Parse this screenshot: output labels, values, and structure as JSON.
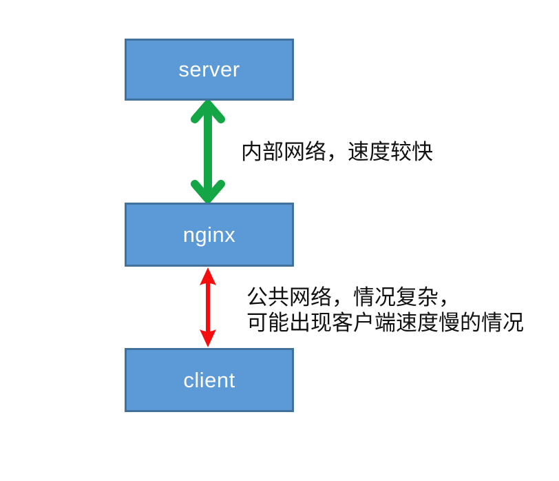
{
  "diagram": {
    "background": "#ffffff",
    "node_style": {
      "fill": "#5b9ad6",
      "border": "#41719c",
      "text_color": "#ffffff"
    },
    "nodes": [
      {
        "id": "server",
        "label": "server"
      },
      {
        "id": "nginx",
        "label": "nginx"
      },
      {
        "id": "client",
        "label": "client"
      }
    ],
    "edges": [
      {
        "from": "server",
        "to": "nginx",
        "style": "thick-double-arrow",
        "color": "#14a546",
        "label": "内部网络，速度较快"
      },
      {
        "from": "nginx",
        "to": "client",
        "style": "thin-double-arrow",
        "color": "#f50d0d",
        "label_lines": [
          "公共网络，情况复杂，",
          "可能出现客户端速度慢的情况"
        ]
      }
    ]
  }
}
